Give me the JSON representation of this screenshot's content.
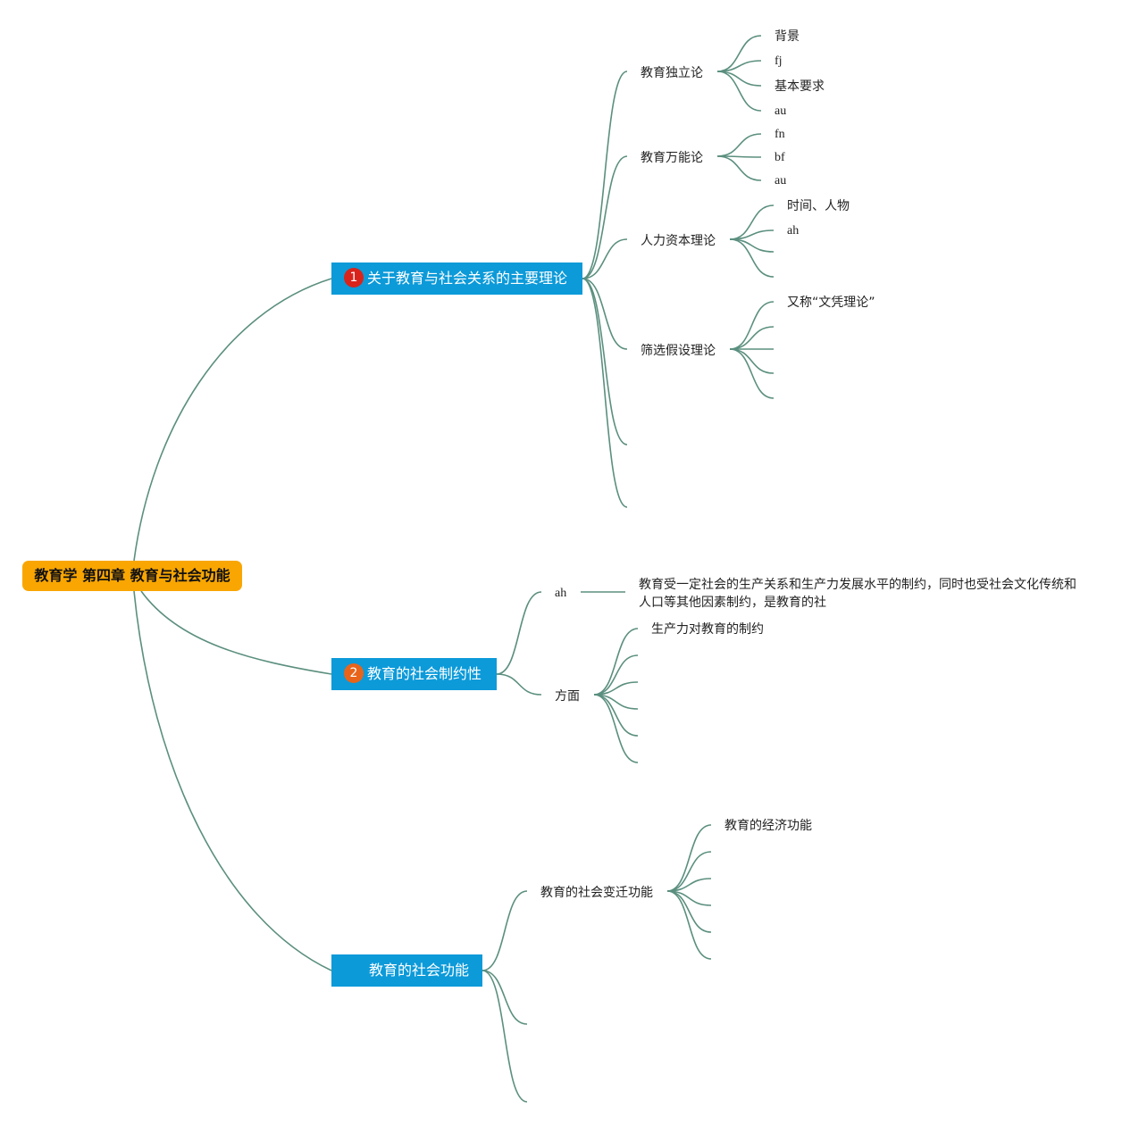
{
  "root": {
    "label": "教育学 第四章 教育与社会功能"
  },
  "colors": {
    "root": "#f9a602",
    "topic": "#0c9ad9",
    "line": "#5b8f7f",
    "badge1": "#d9241b",
    "badge2": "#e8641a"
  },
  "topics": [
    {
      "num": "1",
      "label": "关于教育与社会关系的主要理论",
      "children": [
        {
          "label": "教育独立论",
          "children": [
            "背景",
            "fj",
            "基本要求",
            "au"
          ]
        },
        {
          "label": "教育万能论",
          "children": [
            "fn",
            "bf",
            "au"
          ]
        },
        {
          "label": "人力资本理论",
          "children": [
            "时间、人物",
            "ah"
          ]
        },
        {
          "label": "筛选假设理论",
          "children": [
            "又称“文凭理论”"
          ]
        }
      ]
    },
    {
      "num": "2",
      "label": "教育的社会制约性",
      "children": [
        {
          "label": "ah",
          "note": "教育受一定社会的生产关系和生产力发展水平的制约，同时也受社会文化传统和人口等其他因素制约，是教育的社"
        },
        {
          "label": "方面",
          "children": [
            "生产力对教育的制约"
          ]
        }
      ]
    },
    {
      "num": "",
      "label": "教育的社会功能",
      "children": [
        {
          "label": "教育的社会变迁功能",
          "children": [
            "教育的经济功能"
          ]
        }
      ]
    }
  ]
}
